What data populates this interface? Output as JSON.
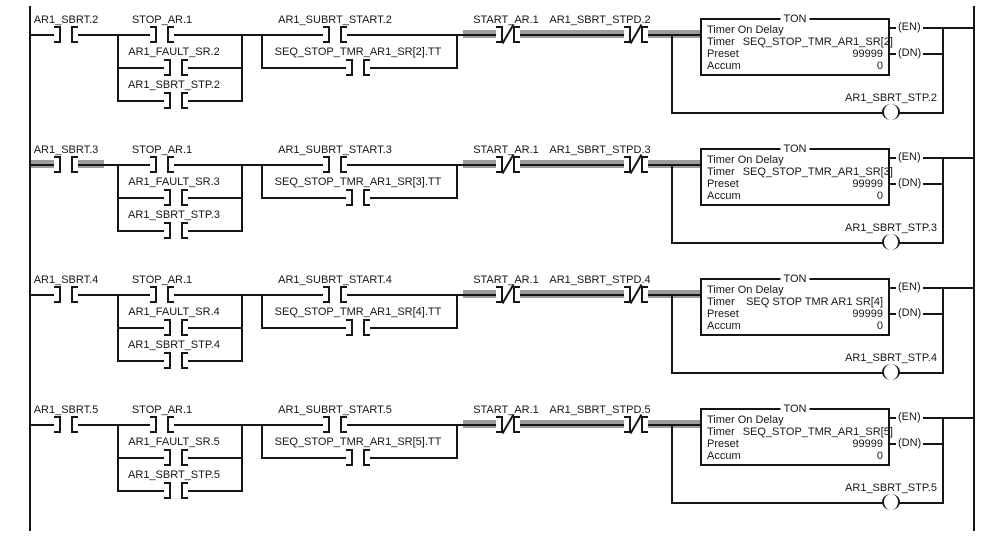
{
  "app": {
    "background_color": "#ffffff",
    "wire_color": "#161616",
    "power_flow_highlight_color": "#9c9c9c"
  },
  "rungs": [
    {
      "input": {
        "label": "AR1_SBRT.2",
        "energized": false
      },
      "branch_stop": [
        "STOP_AR.1",
        "AR1_FAULT_SR.2",
        "AR1_SBRT_STP.2"
      ],
      "branch_start": [
        "AR1_SUBRT_START.2",
        "SEQ_STOP_TMR_AR1_SR[2].TT"
      ],
      "start": {
        "label": "START_AR.1",
        "energized": true
      },
      "stpd": {
        "label": "AR1_SBRT_STPD.2",
        "energized": true
      },
      "timer": {
        "type": "TON",
        "title": "Timer On Delay",
        "timer_label": "Timer",
        "tag": "SEQ_STOP_TMR_AR1_SR[2]",
        "preset_label": "Preset",
        "preset": "99999",
        "accum_label": "Accum",
        "accum": "0",
        "en": "(EN)",
        "dn": "(DN)"
      },
      "coil": {
        "label": "AR1_SBRT_STP.2"
      }
    },
    {
      "input": {
        "label": "AR1_SBRT.3",
        "energized": true
      },
      "branch_stop": [
        "STOP_AR.1",
        "AR1_FAULT_SR.3",
        "AR1_SBRT_STP.3"
      ],
      "branch_start": [
        "AR1_SUBRT_START.3",
        "SEQ_STOP_TMR_AR1_SR[3].TT"
      ],
      "start": {
        "label": "START_AR.1",
        "energized": true
      },
      "stpd": {
        "label": "AR1_SBRT_STPD.3",
        "energized": true
      },
      "timer": {
        "type": "TON",
        "title": "Timer On Delay",
        "timer_label": "Timer",
        "tag": "SEQ_STOP_TMR_AR1_SR[3]",
        "preset_label": "Preset",
        "preset": "99999",
        "accum_label": "Accum",
        "accum": "0",
        "en": "(EN)",
        "dn": "(DN)"
      },
      "coil": {
        "label": "AR1_SBRT_STP.3"
      }
    },
    {
      "input": {
        "label": "AR1_SBRT.4",
        "energized": false
      },
      "branch_stop": [
        "STOP_AR.1",
        "AR1_FAULT_SR.4",
        "AR1_SBRT_STP.4"
      ],
      "branch_start": [
        "AR1_SUBRT_START.4",
        "SEQ_STOP_TMR_AR1_SR[4].TT"
      ],
      "start": {
        "label": "START_AR.1",
        "energized": true
      },
      "stpd": {
        "label": "AR1_SBRT_STPD.4",
        "energized": true
      },
      "timer": {
        "type": "TON",
        "title": "Timer On Delay",
        "timer_label": "Timer",
        "tag": "SEQ STOP TMR AR1 SR[4]",
        "preset_label": "Preset",
        "preset": "99999",
        "accum_label": "Accum",
        "accum": "0",
        "en": "(EN)",
        "dn": "(DN)"
      },
      "coil": {
        "label": "AR1_SBRT_STP.4"
      }
    },
    {
      "input": {
        "label": "AR1_SBRT.5",
        "energized": false
      },
      "branch_stop": [
        "STOP_AR.1",
        "AR1_FAULT_SR.5",
        "AR1_SBRT_STP.5"
      ],
      "branch_start": [
        "AR1_SUBRT_START.5",
        "SEQ_STOP_TMR_AR1_SR[5].TT"
      ],
      "start": {
        "label": "START_AR.1",
        "energized": true
      },
      "stpd": {
        "label": "AR1_SBRT_STPD.5",
        "energized": true
      },
      "timer": {
        "type": "TON",
        "title": "Timer On Delay",
        "timer_label": "Timer",
        "tag": "SEQ_STOP_TMR_AR1_SR[5]",
        "preset_label": "Preset",
        "preset": "99999",
        "accum_label": "Accum",
        "accum": "0",
        "en": "(EN)",
        "dn": "(DN)"
      },
      "coil": {
        "label": "AR1_SBRT_STP.5"
      }
    }
  ]
}
